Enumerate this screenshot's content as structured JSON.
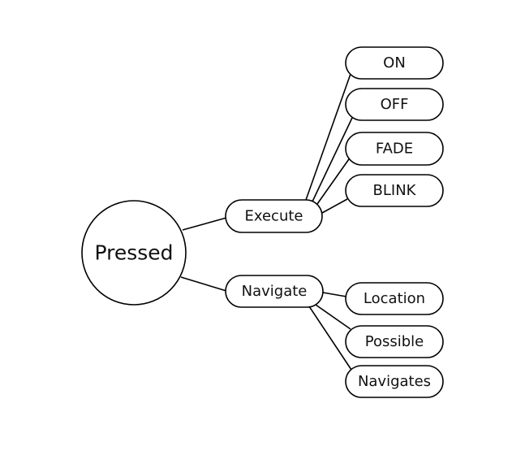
{
  "root": {
    "label": "Pressed"
  },
  "branches": [
    {
      "label": "Execute",
      "children": [
        {
          "label": "ON"
        },
        {
          "label": "OFF"
        },
        {
          "label": "FADE"
        },
        {
          "label": "BLINK"
        }
      ]
    },
    {
      "label": "Navigate",
      "children": [
        {
          "label": "Location"
        },
        {
          "label": "Possible"
        },
        {
          "label": "Navigates"
        }
      ]
    }
  ],
  "colors": {
    "stroke": "#000000",
    "fill": "#ffffff",
    "text": "#111111"
  }
}
